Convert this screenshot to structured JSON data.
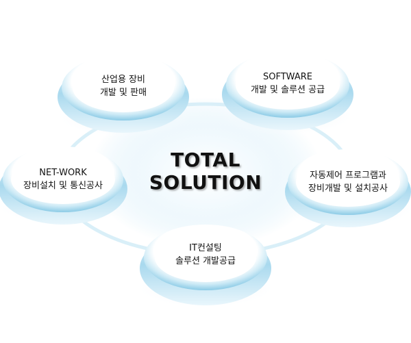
{
  "center": {
    "line1": "TOTAL",
    "line2": "SOLUTION"
  },
  "nodes": {
    "top_left": {
      "line1": "산업용 장비",
      "line2": "개발 및 판매"
    },
    "top_right": {
      "line1": "SOFTWARE",
      "line2": "개발 및 솔루션 공급"
    },
    "left": {
      "line1": "NET-WORK",
      "line2": "장비설치 및 통신공사"
    },
    "right": {
      "line1": "자동제어 프로그램과",
      "line2": "장비개발 및 설치공사"
    },
    "bottom": {
      "line1": "IT컨설팅",
      "line2": "솔루션 개발공급"
    }
  },
  "colors": {
    "ring_outer": "#bfe3f3",
    "ring_rim": "#8ccbe6",
    "disk_fill": "#ffffff",
    "hub_glow": "#d6eef9",
    "text": "#111111"
  }
}
